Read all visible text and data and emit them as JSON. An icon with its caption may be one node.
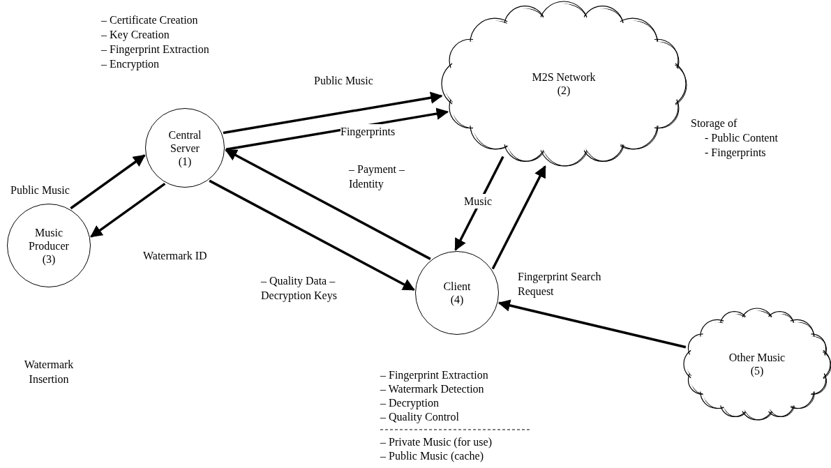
{
  "diagram": {
    "nodes": [
      {
        "text": [
          "Central Server",
          "(1)"
        ],
        "beside": [
          "– Certificate Creation",
          "– Key Creation",
          "– Fingerprint Extraction",
          "– Encryption"
        ]
      },
      {
        "text": [
          "M2S Network",
          "(2)"
        ],
        "beside": [
          "Storage of",
          "- Public Content",
          "- Fingerprints"
        ]
      },
      {
        "text": [
          "Music Producer",
          "(3)"
        ]
      },
      {
        "text": [
          "Client",
          "(4)"
        ],
        "beside": [
          "– Fingerprint Extraction",
          "– Watermark Detection",
          "– Decryption",
          "– Quality Control",
          "– Private Music (for use)",
          "– Public Music (cache)"
        ]
      },
      {
        "text": [
          "Other Music",
          "(5)"
        ]
      }
    ],
    "edges": [
      {
        "from": 0,
        "to": 1,
        "arrow": "to",
        "label": "Public Music"
      },
      {
        "from": 0,
        "to": 1,
        "arrow": "to",
        "label": "Fingerprints"
      },
      {
        "from": 2,
        "to": 0,
        "arrow": "to",
        "label": "Public Music"
      },
      {
        "from": 0,
        "to": 2,
        "arrow": "to",
        "label": "Watermark ID"
      },
      {
        "from": 3,
        "to": 0,
        "arrow": "to",
        "label": "– Payment – Identity"
      },
      {
        "from": 0,
        "to": 3,
        "arrow": "to",
        "label": "– Quality Data – Decryption Keys"
      },
      {
        "from": 1,
        "to": 3,
        "arrow": "to",
        "label": "Music"
      },
      {
        "from": 3,
        "to": 1,
        "arrow": "to",
        "label": "Fingerprint Search Request"
      },
      {
        "from": 4,
        "to": 3,
        "arrow": "to"
      }
    ],
    "labels": [
      "Watermark Insertion"
    ]
  }
}
